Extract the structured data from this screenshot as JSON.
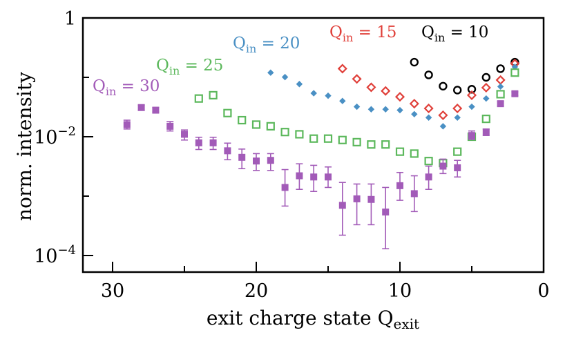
{
  "chart_data": {
    "type": "scatter",
    "title": "",
    "xlabel": "exit charge state",
    "xlabel_symbol": "Q",
    "xlabel_sub": "exit",
    "ylabel": "norm. intensity",
    "x_axis_reversed": true,
    "xlim": [
      32,
      0
    ],
    "ylim_log10": [
      -4.3,
      -0.0
    ],
    "y_scale": "log",
    "grid": false,
    "x_tick_labels": [
      "30",
      "20",
      "10",
      "0"
    ],
    "x_tick_values": [
      30,
      20,
      10,
      0
    ],
    "y_tick_labels": [
      {
        "base": "1",
        "exp": ""
      },
      {
        "base": "10",
        "exp": "−2"
      },
      {
        "base": "10",
        "exp": "−4"
      }
    ],
    "y_tick_values_log10": [
      0,
      -2,
      -4
    ],
    "series": [
      {
        "name": "Q_in = 10",
        "label_symbol": "Q",
        "label_sub": "in",
        "label_rest": " = 10",
        "color": "#000000",
        "marker": "circle-open",
        "points": [
          {
            "x": 9,
            "y": 0.18
          },
          {
            "x": 8,
            "y": 0.11
          },
          {
            "x": 7,
            "y": 0.071
          },
          {
            "x": 6,
            "y": 0.061
          },
          {
            "x": 5,
            "y": 0.063
          },
          {
            "x": 4,
            "y": 0.1
          },
          {
            "x": 3,
            "y": 0.14
          },
          {
            "x": 2,
            "y": 0.18
          }
        ]
      },
      {
        "name": "Q_in = 15",
        "label_symbol": "Q",
        "label_sub": "in",
        "label_rest": " = 15",
        "color": "#e0403a",
        "marker": "diamond-open",
        "points": [
          {
            "x": 14,
            "y": 0.14
          },
          {
            "x": 13,
            "y": 0.094
          },
          {
            "x": 12,
            "y": 0.068
          },
          {
            "x": 11,
            "y": 0.059
          },
          {
            "x": 10,
            "y": 0.047
          },
          {
            "x": 9,
            "y": 0.036
          },
          {
            "x": 8,
            "y": 0.03
          },
          {
            "x": 7,
            "y": 0.023
          },
          {
            "x": 6,
            "y": 0.03
          },
          {
            "x": 5,
            "y": 0.05
          },
          {
            "x": 4,
            "y": 0.067
          },
          {
            "x": 3,
            "y": 0.09
          },
          {
            "x": 2,
            "y": 0.17
          }
        ]
      },
      {
        "name": "Q_in = 20",
        "label_symbol": "Q",
        "label_sub": "in",
        "label_rest": " = 20",
        "color": "#4a90c4",
        "marker": "diamond-small",
        "points": [
          {
            "x": 19,
            "y": 0.12
          },
          {
            "x": 18,
            "y": 0.101
          },
          {
            "x": 17,
            "y": 0.077
          },
          {
            "x": 16,
            "y": 0.054
          },
          {
            "x": 15,
            "y": 0.049
          },
          {
            "x": 14,
            "y": 0.04
          },
          {
            "x": 13,
            "y": 0.032
          },
          {
            "x": 12,
            "y": 0.029
          },
          {
            "x": 11,
            "y": 0.029
          },
          {
            "x": 10,
            "y": 0.028
          },
          {
            "x": 9,
            "y": 0.024
          },
          {
            "x": 8,
            "y": 0.021
          },
          {
            "x": 7,
            "y": 0.015
          },
          {
            "x": 6,
            "y": 0.021
          },
          {
            "x": 5,
            "y": 0.032
          },
          {
            "x": 4,
            "y": 0.044
          },
          {
            "x": 3,
            "y": 0.07
          },
          {
            "x": 2,
            "y": 0.15
          }
        ]
      },
      {
        "name": "Q_in = 25",
        "label_symbol": "Q",
        "label_sub": "in",
        "label_rest": " = 25",
        "color": "#5cb85c",
        "marker": "square-open",
        "points": [
          {
            "x": 24,
            "y": 0.044
          },
          {
            "x": 23,
            "y": 0.05
          },
          {
            "x": 22,
            "y": 0.025
          },
          {
            "x": 21,
            "y": 0.019
          },
          {
            "x": 20,
            "y": 0.016
          },
          {
            "x": 19,
            "y": 0.015
          },
          {
            "x": 18,
            "y": 0.012
          },
          {
            "x": 17,
            "y": 0.011
          },
          {
            "x": 16,
            "y": 0.0093
          },
          {
            "x": 15,
            "y": 0.0093
          },
          {
            "x": 14,
            "y": 0.0088
          },
          {
            "x": 13,
            "y": 0.0081
          },
          {
            "x": 12,
            "y": 0.0074
          },
          {
            "x": 11,
            "y": 0.0074
          },
          {
            "x": 10,
            "y": 0.0056
          },
          {
            "x": 9,
            "y": 0.0052
          },
          {
            "x": 8,
            "y": 0.0039
          },
          {
            "x": 7,
            "y": 0.0036
          },
          {
            "x": 6,
            "y": 0.0056
          },
          {
            "x": 5,
            "y": 0.01
          },
          {
            "x": 4,
            "y": 0.02
          },
          {
            "x": 3,
            "y": 0.052
          },
          {
            "x": 2,
            "y": 0.12
          }
        ]
      },
      {
        "name": "Q_in = 30",
        "label_symbol": "Q",
        "label_sub": "in",
        "label_rest": " = 30",
        "color": "#a25bb8",
        "marker": "square-filled",
        "points": [
          {
            "x": 29,
            "y": 0.016,
            "lo": 0.0135,
            "hi": 0.019
          },
          {
            "x": 28,
            "y": 0.031,
            "lo": 0.028,
            "hi": 0.034
          },
          {
            "x": 27,
            "y": 0.028,
            "lo": 0.026,
            "hi": 0.031
          },
          {
            "x": 26,
            "y": 0.015,
            "lo": 0.0125,
            "hi": 0.018
          },
          {
            "x": 25,
            "y": 0.011,
            "lo": 0.0088,
            "hi": 0.013
          },
          {
            "x": 24,
            "y": 0.0079,
            "lo": 0.0061,
            "hi": 0.0098
          },
          {
            "x": 23,
            "y": 0.0079,
            "lo": 0.0061,
            "hi": 0.0098
          },
          {
            "x": 22,
            "y": 0.0058,
            "lo": 0.0041,
            "hi": 0.0078
          },
          {
            "x": 21,
            "y": 0.0045,
            "lo": 0.0029,
            "hi": 0.0062
          },
          {
            "x": 20,
            "y": 0.0039,
            "lo": 0.0027,
            "hi": 0.0052
          },
          {
            "x": 19,
            "y": 0.004,
            "lo": 0.0027,
            "hi": 0.0052
          },
          {
            "x": 18,
            "y": 0.0014,
            "lo": 0.00068,
            "hi": 0.0028
          },
          {
            "x": 17,
            "y": 0.0022,
            "lo": 0.0013,
            "hi": 0.0035
          },
          {
            "x": 16,
            "y": 0.0021,
            "lo": 0.0012,
            "hi": 0.0033
          },
          {
            "x": 15,
            "y": 0.0021,
            "lo": 0.0014,
            "hi": 0.0031
          },
          {
            "x": 14,
            "y": 0.0007,
            "lo": 0.00022,
            "hi": 0.0017
          },
          {
            "x": 13,
            "y": 0.0009,
            "lo": 0.00033,
            "hi": 0.0016
          },
          {
            "x": 12,
            "y": 0.00088,
            "lo": 0.00033,
            "hi": 0.0016
          },
          {
            "x": 11,
            "y": 0.00054,
            "lo": 0.00013,
            "hi": 0.0014
          },
          {
            "x": 10,
            "y": 0.0015,
            "lo": 0.00085,
            "hi": 0.0025
          },
          {
            "x": 9,
            "y": 0.0011,
            "lo": 0.00055,
            "hi": 0.0022
          },
          {
            "x": 8,
            "y": 0.0021,
            "lo": 0.0013,
            "hi": 0.0032
          },
          {
            "x": 7,
            "y": 0.0032,
            "lo": 0.0024,
            "hi": 0.0042
          },
          {
            "x": 6,
            "y": 0.003,
            "lo": 0.0021,
            "hi": 0.004
          },
          {
            "x": 5,
            "y": 0.0105,
            "lo": 0.009,
            "hi": 0.0125
          },
          {
            "x": 4,
            "y": 0.012,
            "lo": 0.0105,
            "hi": 0.0135
          },
          {
            "x": 3,
            "y": 0.036,
            "lo": 0.033,
            "hi": 0.039
          },
          {
            "x": 2,
            "y": 0.053,
            "lo": 0.049,
            "hi": 0.057
          }
        ]
      }
    ]
  }
}
